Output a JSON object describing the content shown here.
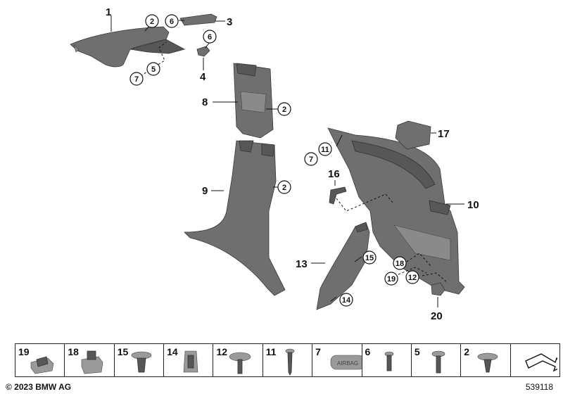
{
  "callouts": {
    "c1": "1",
    "c2a": "2",
    "c3": "3",
    "c6a": "6",
    "c6b": "6",
    "c4": "4",
    "c7a": "7",
    "c5": "5",
    "c8": "8",
    "c2b": "2",
    "c9": "9",
    "c2c": "2",
    "c7b": "7",
    "c11": "11",
    "c16": "16",
    "c17": "17",
    "c10": "10",
    "c13": "13",
    "c15": "15",
    "c18": "18",
    "c19": "19",
    "c12": "12",
    "c14": "14",
    "c20": "20"
  },
  "legend": [
    {
      "number": "19",
      "icon": "clip-19-icon"
    },
    {
      "number": "18",
      "icon": "clip-18-icon"
    },
    {
      "number": "15",
      "icon": "expanding-rivet-icon"
    },
    {
      "number": "14",
      "icon": "clip-14-icon"
    },
    {
      "number": "12",
      "icon": "collar-screw-icon"
    },
    {
      "number": "11",
      "icon": "screw-11-icon"
    },
    {
      "number": "7",
      "icon": "airbag-badge-icon"
    },
    {
      "number": "6",
      "icon": "blind-rivet-icon"
    },
    {
      "number": "5",
      "icon": "flange-screw-icon"
    },
    {
      "number": "2",
      "icon": "push-rivet-icon"
    },
    {
      "number": "",
      "icon": "arrow-icon"
    }
  ],
  "airbag_badge_text": "AIRBAG",
  "copyright": "© 2023 BMW AG",
  "document_number": "539118"
}
